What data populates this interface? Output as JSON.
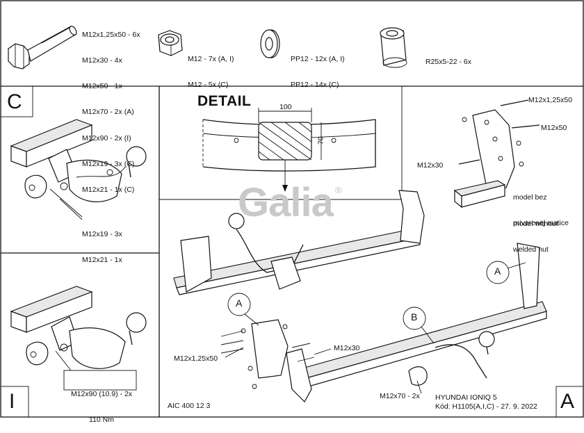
{
  "hardware": {
    "bolt_list": [
      "M12x1,25x50 - 6x",
      "M12x30 - 4x",
      "M12x50 - 1x",
      "M12x70 - 2x (A)",
      "M12x90 - 2x (I)",
      "M12x19 - 3x (C)",
      "M12x21 - 1x (C)"
    ],
    "nut_list": [
      "M12 - 7x (A, I)",
      "M12 - 5x (C)"
    ],
    "washer_list": [
      "PP12 - 12x (A, I)",
      "PP12 - 14x (C)"
    ],
    "spacer_list": [
      "R25x5-22 - 6x"
    ]
  },
  "panel_c": {
    "corner_letter": "C",
    "bolt_labels": [
      "M12x19 - 3x",
      "M12x21 - 1x"
    ]
  },
  "panel_i": {
    "corner_letter": "I",
    "bolt_labels": [
      "M12x90 (10.9) - 2x",
      "110 Nm"
    ]
  },
  "detail": {
    "title": "DETAIL",
    "width_dim": "100",
    "height_dim": "70"
  },
  "side_detail": {
    "bolt_top": "M12x1,25x50",
    "bolt_mid": "M12x50",
    "bolt_left": "M12x30",
    "note_sk": [
      "model bez",
      "privarenej matice"
    ],
    "note_en": [
      "model without",
      "welded nut"
    ]
  },
  "logo": {
    "text": "Galia",
    "mark": "®"
  },
  "main": {
    "callout_a": "A",
    "callout_b": "B",
    "label_bolts_a": "M12x1,25x50",
    "label_bolts_b": "M12x30",
    "label_bolts_c": "M12x70 - 2x",
    "corner_letter": "A"
  },
  "footer": {
    "code": "AIC 400 12 3",
    "vehicle": "HYUNDAI IONIQ 5",
    "kod": "Kód: H1105(A,I,C) - 27. 9. 2022"
  }
}
